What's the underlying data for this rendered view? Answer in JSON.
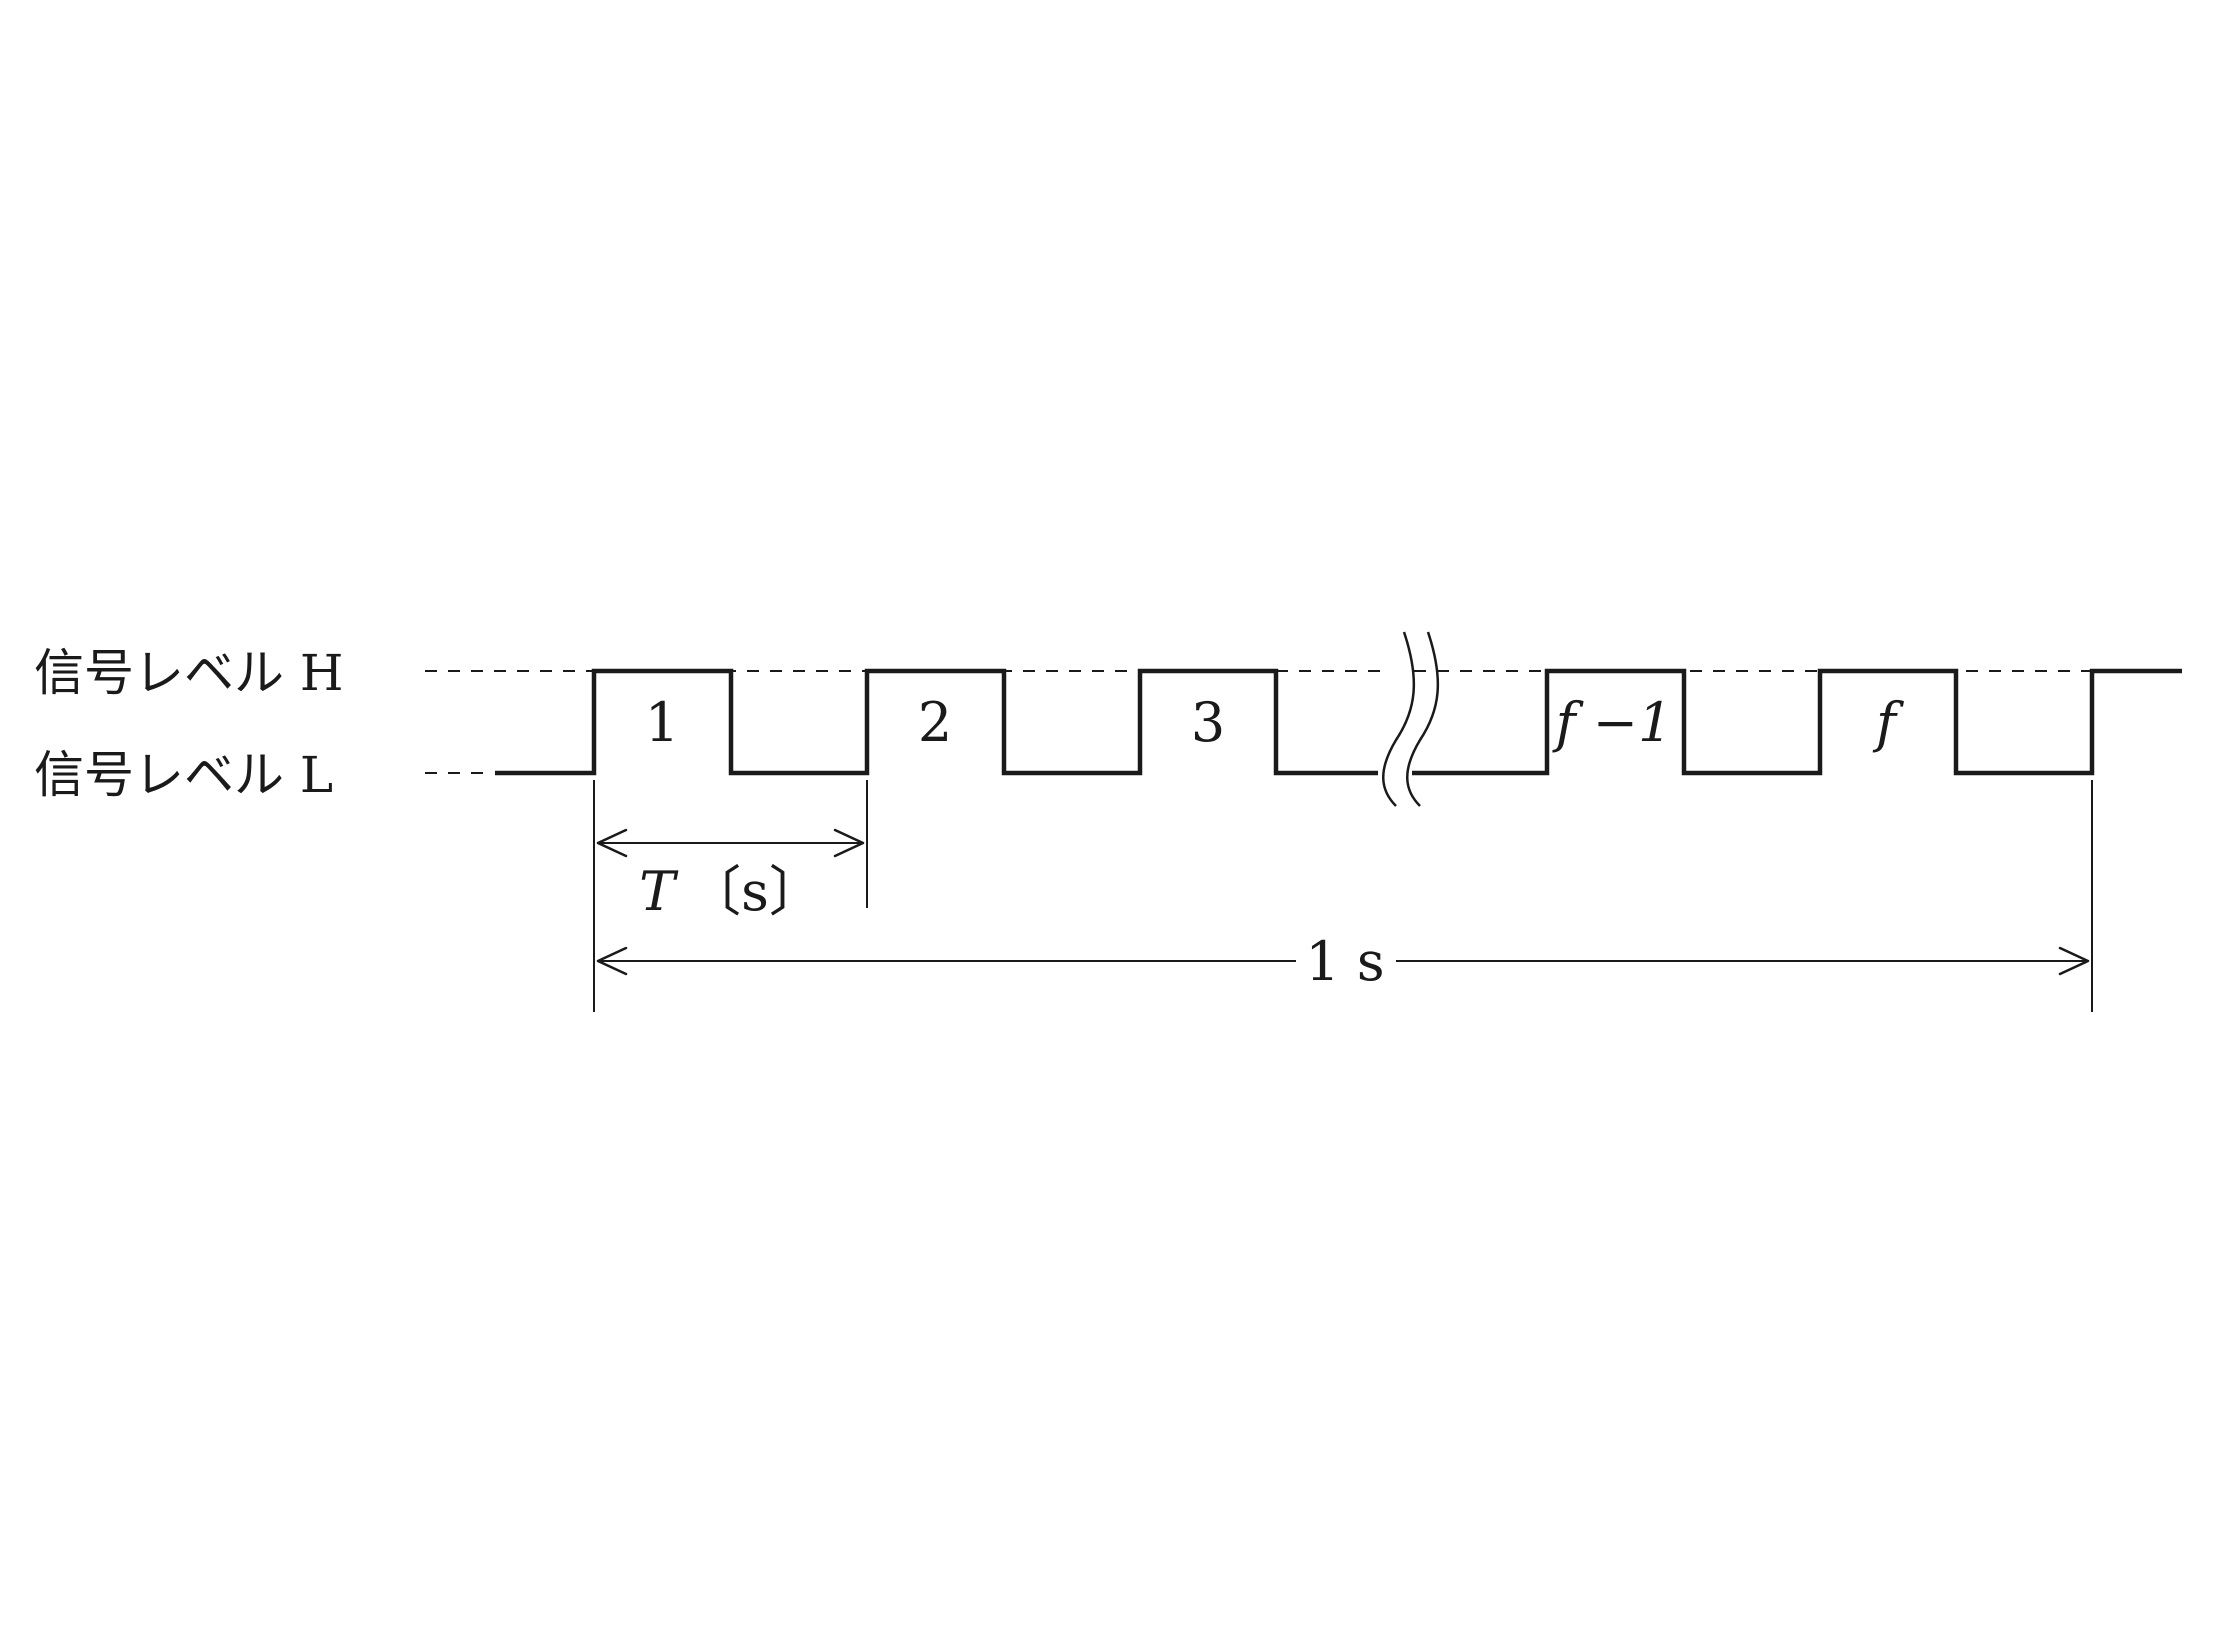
{
  "levels": {
    "high_label": "信号レベル H",
    "low_label": "信号レベル L"
  },
  "pulses": [
    {
      "label": "1",
      "italic": false
    },
    {
      "label": "2",
      "italic": false
    },
    {
      "label": "3",
      "italic": false
    },
    {
      "label": "f −1",
      "italic": true
    },
    {
      "label": "f",
      "italic": true
    }
  ],
  "dimensions": {
    "period": {
      "symbol": "T",
      "unit": "〔s〕"
    },
    "total": {
      "label": "1 s"
    }
  },
  "colors": {
    "ink": "#1a1a1a",
    "background": "#ffffff"
  }
}
